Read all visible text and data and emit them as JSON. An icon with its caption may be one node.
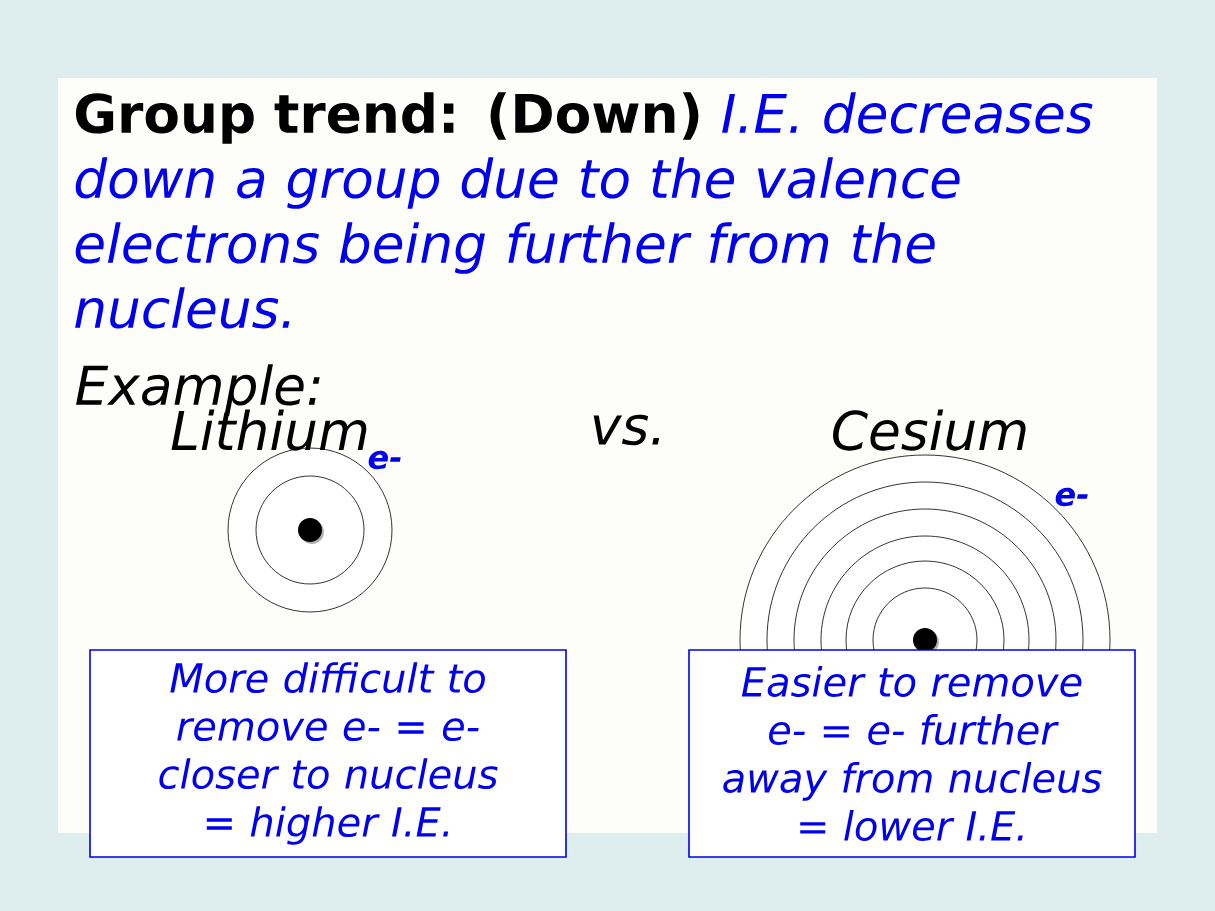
{
  "diagram": {
    "title": "Group trend: (Down)",
    "nodes": [
      {
        "text": [
          "More difficult to remove e- = e- closer to nucleus = higher I.E."
        ]
      },
      {
        "text": [
          "Easier to remove e- = e- further away from nucleus = lower I.E."
        ]
      }
    ],
    "labels": [
      "I.E. decreases down a group due to the valence electrons being further from the nucleus.",
      "Example:",
      "Lithium",
      "vs.",
      "Cesium",
      "e-",
      "e-"
    ]
  }
}
